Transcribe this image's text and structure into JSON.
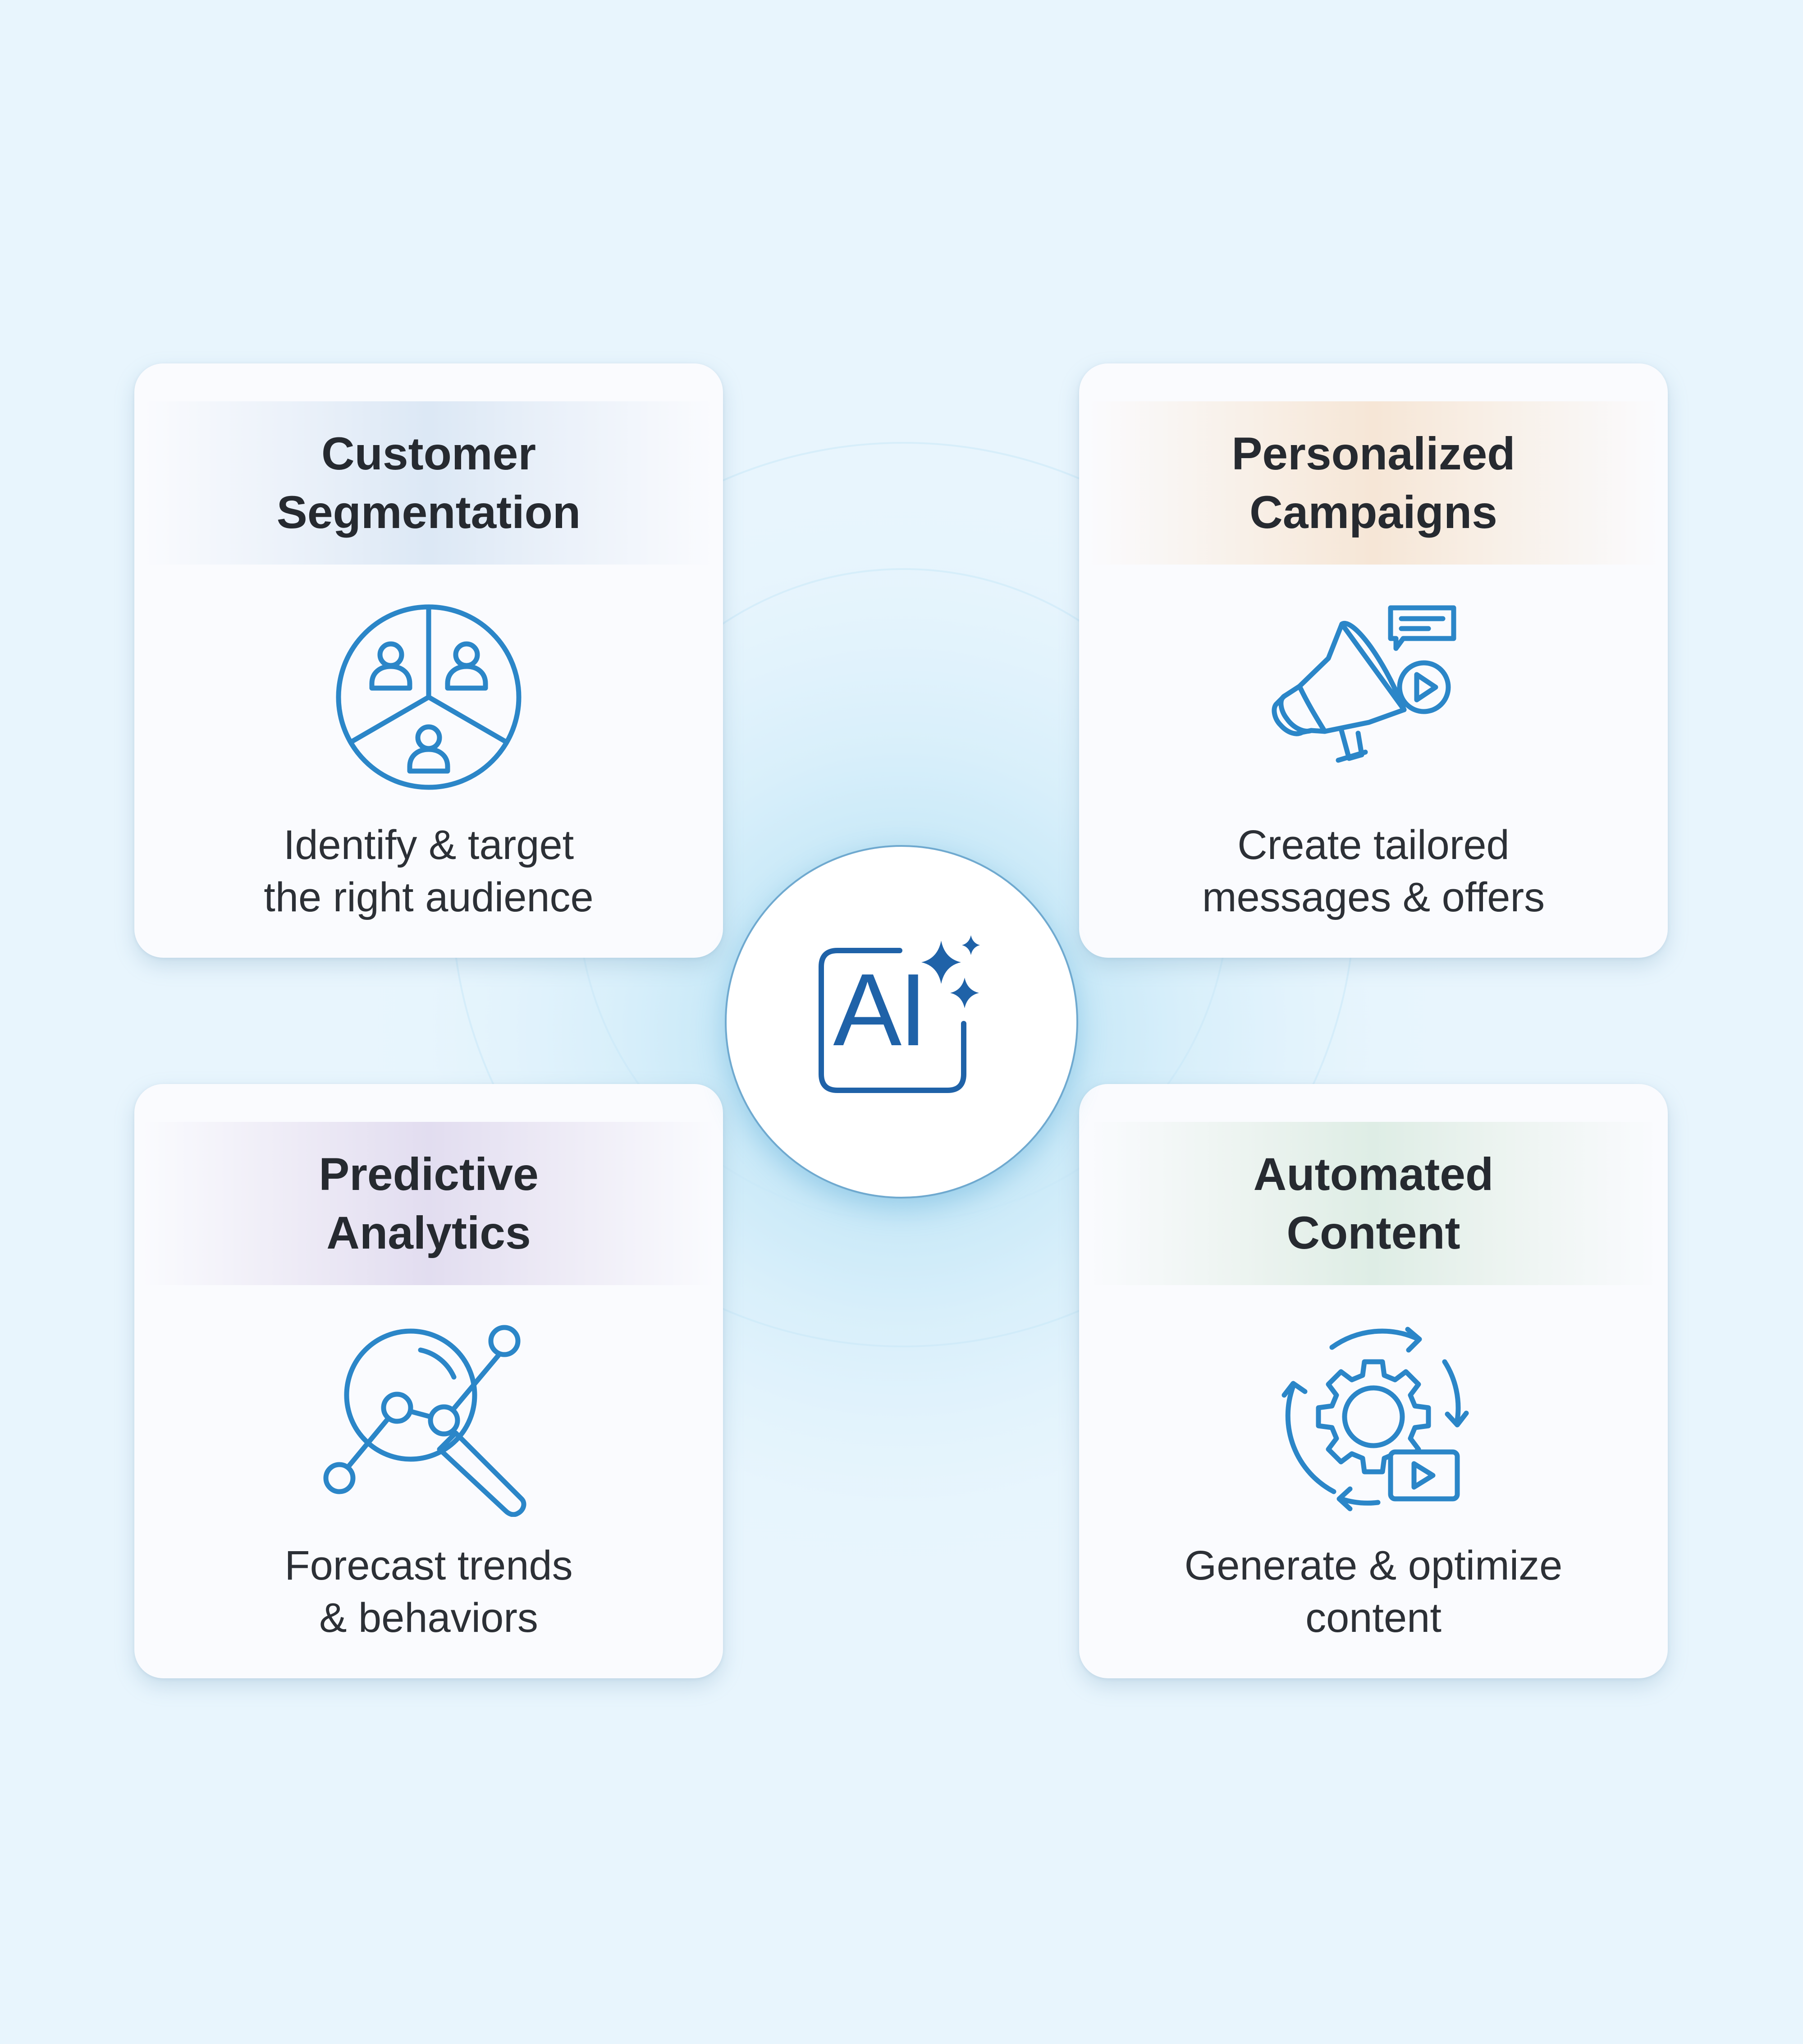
{
  "center": {
    "label": "AI",
    "icon": "ai-sparkle-icon"
  },
  "cards": [
    {
      "id": "customer-segmentation",
      "title_lines": [
        "Customer",
        "Segmentation"
      ],
      "icon": "audience-segments-icon",
      "desc_lines": [
        "Identify & target",
        "the right audience"
      ],
      "accent": "#dce8f5"
    },
    {
      "id": "personalized-campaigns",
      "title_lines": [
        "Personalized",
        "Campaigns"
      ],
      "icon": "megaphone-icon",
      "desc_lines": [
        "Create tailored",
        "messages & offers"
      ],
      "accent": "#f6e6d6"
    },
    {
      "id": "predictive-analytics",
      "title_lines": [
        "Predictive",
        "Analytics"
      ],
      "icon": "magnifier-analytics-icon",
      "desc_lines": [
        "Forecast trends",
        "& behaviors"
      ],
      "accent": "#e2ddf0"
    },
    {
      "id": "automated-content",
      "title_lines": [
        "Automated",
        "Content"
      ],
      "icon": "gear-cycle-video-icon",
      "desc_lines": [
        "Generate & optimize",
        "content"
      ],
      "accent": "#deede5"
    }
  ],
  "colors": {
    "background": "#e8f5fd",
    "icon_stroke": "#2b86c8",
    "ai_blue": "#1f62a8",
    "title_text": "#262a30",
    "body_text": "#2c3036"
  }
}
